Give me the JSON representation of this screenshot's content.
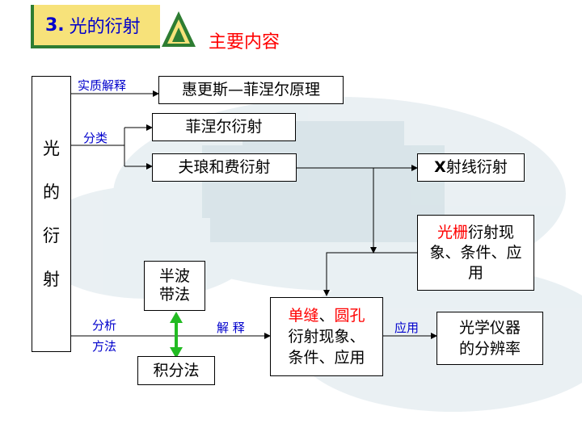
{
  "title": {
    "number": "3.",
    "text": "光的衍射"
  },
  "subtitle": "主要内容",
  "side_chars": [
    "光",
    "的",
    "衍",
    "射"
  ],
  "labels": {
    "essence": "实质解释",
    "classify": "分类",
    "analysis_1": "分析",
    "analysis_2": "方法",
    "explain": "解 释",
    "apply": "应用"
  },
  "boxes": {
    "huygens": "惠更斯—菲涅尔原理",
    "fresnel": "菲涅尔衍射",
    "fraunhofer": "夫琅和费衍射",
    "xray_x": "X",
    "xray_rest": "射线衍射",
    "grating_red": "光栅",
    "grating_rest": "衍射现象、条件、应用",
    "halfwave_1": "半波",
    "halfwave_2": "带法",
    "integral": "积分法",
    "slit_red": "单缝",
    "slit_sep": "、",
    "hole_red": "圆孔",
    "slit_rest_1": "衍射现象、",
    "slit_rest_2": "条件、应用",
    "optics_1": "光学仪器",
    "optics_2": "的分辨率"
  },
  "colors": {
    "blue": "#0000cc",
    "red": "#ff0000",
    "banner": "#f7e27a",
    "banner_edge": "#2e7d32",
    "double_arrow": "#22bb22"
  }
}
